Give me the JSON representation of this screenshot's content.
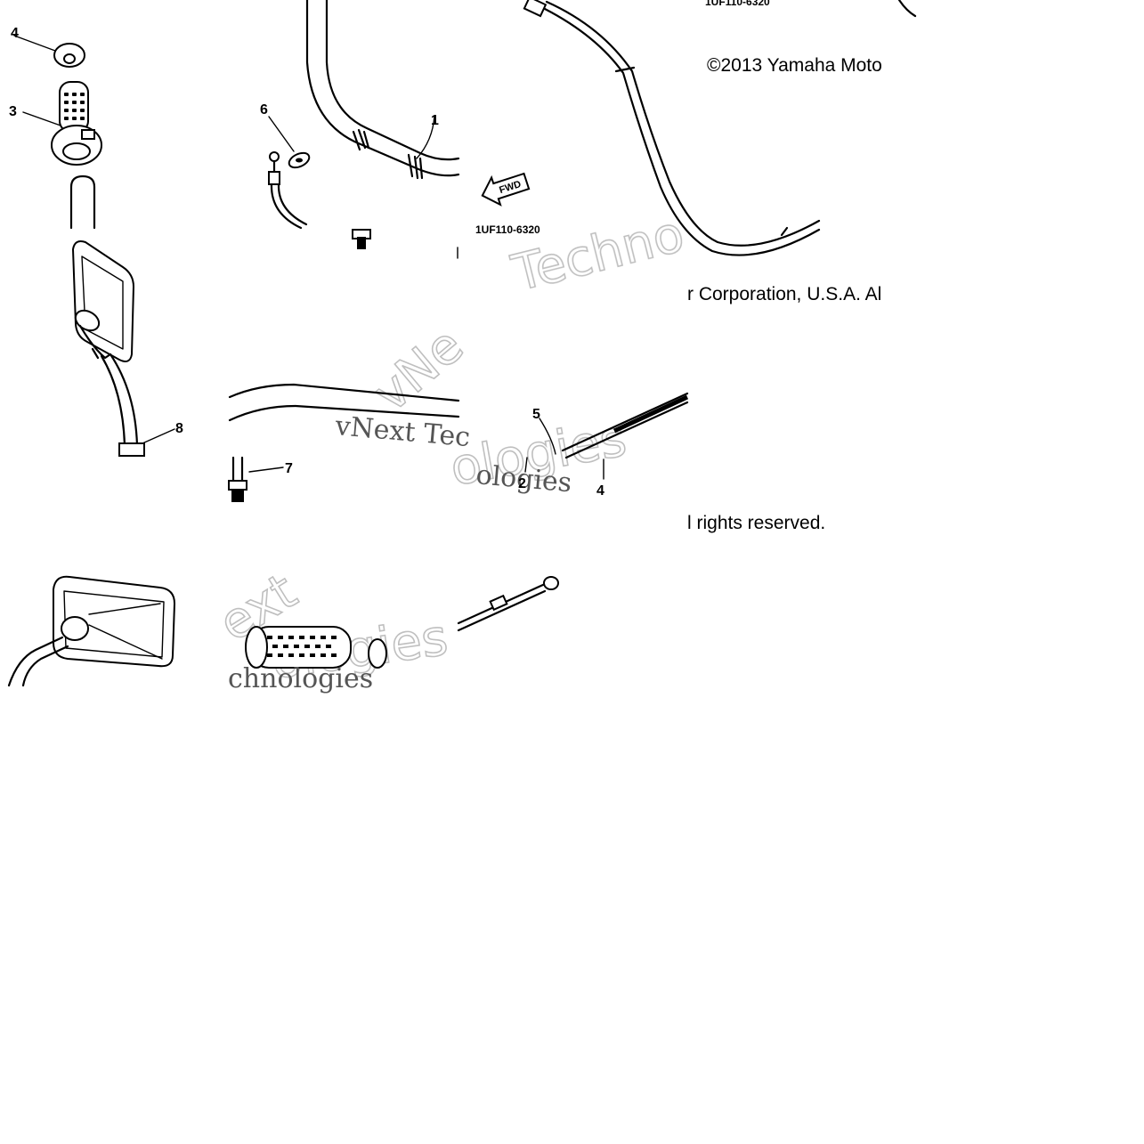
{
  "copyright": {
    "line1": "©2013 Yamaha Moto",
    "line2": "r Corporation, U.S.A. Al",
    "line3": "l rights reserved."
  },
  "part_numbers": {
    "top": "1UF110-6320",
    "mid": "1UF110-6320"
  },
  "fwd_label": "FWD",
  "callouts": {
    "c1": "1",
    "c2": "2",
    "c3": "3",
    "c4a": "4",
    "c4b": "4",
    "c5": "5",
    "c6": "6",
    "c7": "7",
    "c8": "8"
  },
  "watermarks": {
    "w1": "Techno",
    "w2": "vNext Tec",
    "w3": "vNe",
    "w4": "ologies",
    "w5": "ext",
    "w6": "chnologies",
    "w7": "ologies"
  },
  "colors": {
    "line": "#000000",
    "watermark": "#b8b8b8",
    "background": "#ffffff"
  }
}
